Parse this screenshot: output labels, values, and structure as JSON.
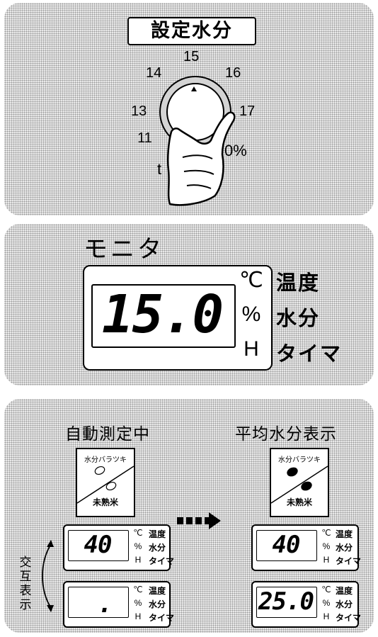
{
  "setting_panel": {
    "title": "設定水分",
    "dial_numbers": [
      "11",
      "13",
      "14",
      "15",
      "16",
      "17"
    ],
    "hand_text_left": "t",
    "hand_text_right": "0%",
    "icon": "hand-turning-dial-icon"
  },
  "monitor_panel": {
    "title": "モニタ",
    "display_value": "15.0",
    "units": [
      {
        "unit": "℃",
        "label": "温度"
      },
      {
        "unit": "%",
        "label": "水分"
      },
      {
        "unit": "H",
        "label": "タイマ"
      }
    ]
  },
  "display_panel": {
    "left_heading": "自動測定中",
    "right_heading": "平均水分表示",
    "card_top_text": "水分バラツキ",
    "card_bottom_text": "未熟米",
    "alternate_label": "交互表示",
    "arrow_icon": "dotted-right-arrow-icon",
    "left_top_value": "40",
    "left_bottom_value": ".",
    "right_top_value": "40",
    "right_bottom_value": "25.0",
    "unit_labels": [
      {
        "unit": "℃",
        "label": "温度"
      },
      {
        "unit": "%",
        "label": "水分"
      },
      {
        "unit": "H",
        "label": "タイマ"
      }
    ]
  },
  "colors": {
    "ink": "#000000",
    "panel_bg": "#e9e9e9",
    "dot": "#9a9a9a",
    "display_bg": "#ffffff"
  }
}
